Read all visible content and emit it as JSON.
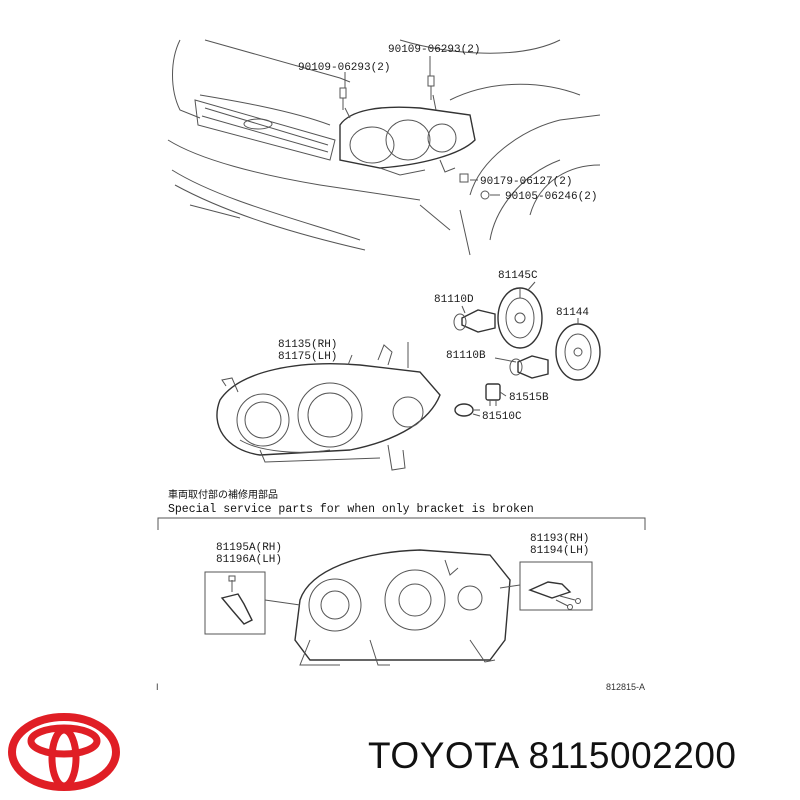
{
  "callouts": {
    "bolt_left": "90109-06293(2)",
    "bolt_right": "90109-06293(2)",
    "clip_a": "90179-06127(2)",
    "nut_b": "90105-06246(2)",
    "socket_c": "81145C",
    "bulb_d": "81110D",
    "socket_144": "81144",
    "bulb_b": "81110B",
    "headlamp_rh": "81135(RH)",
    "headlamp_lh": "81175(LH)",
    "socket_515b": "81515B",
    "bulb_510c": "81510C",
    "bracket_a_rh": "81195A(RH)",
    "bracket_a_lh": "81196A(LH)",
    "bracket_rh": "81193(RH)",
    "bracket_lh": "81194(LH)"
  },
  "notes": {
    "japanese": "車両取付部の補修用部品",
    "english": "Special service parts for when only bracket is broken",
    "figure_id": "812815-A",
    "corner_mark": "I"
  },
  "brand": {
    "name": "TOYOTA",
    "part_number": "8115002200",
    "text": "TOYOTA 8115002200",
    "logo_color": "#e01e25"
  }
}
